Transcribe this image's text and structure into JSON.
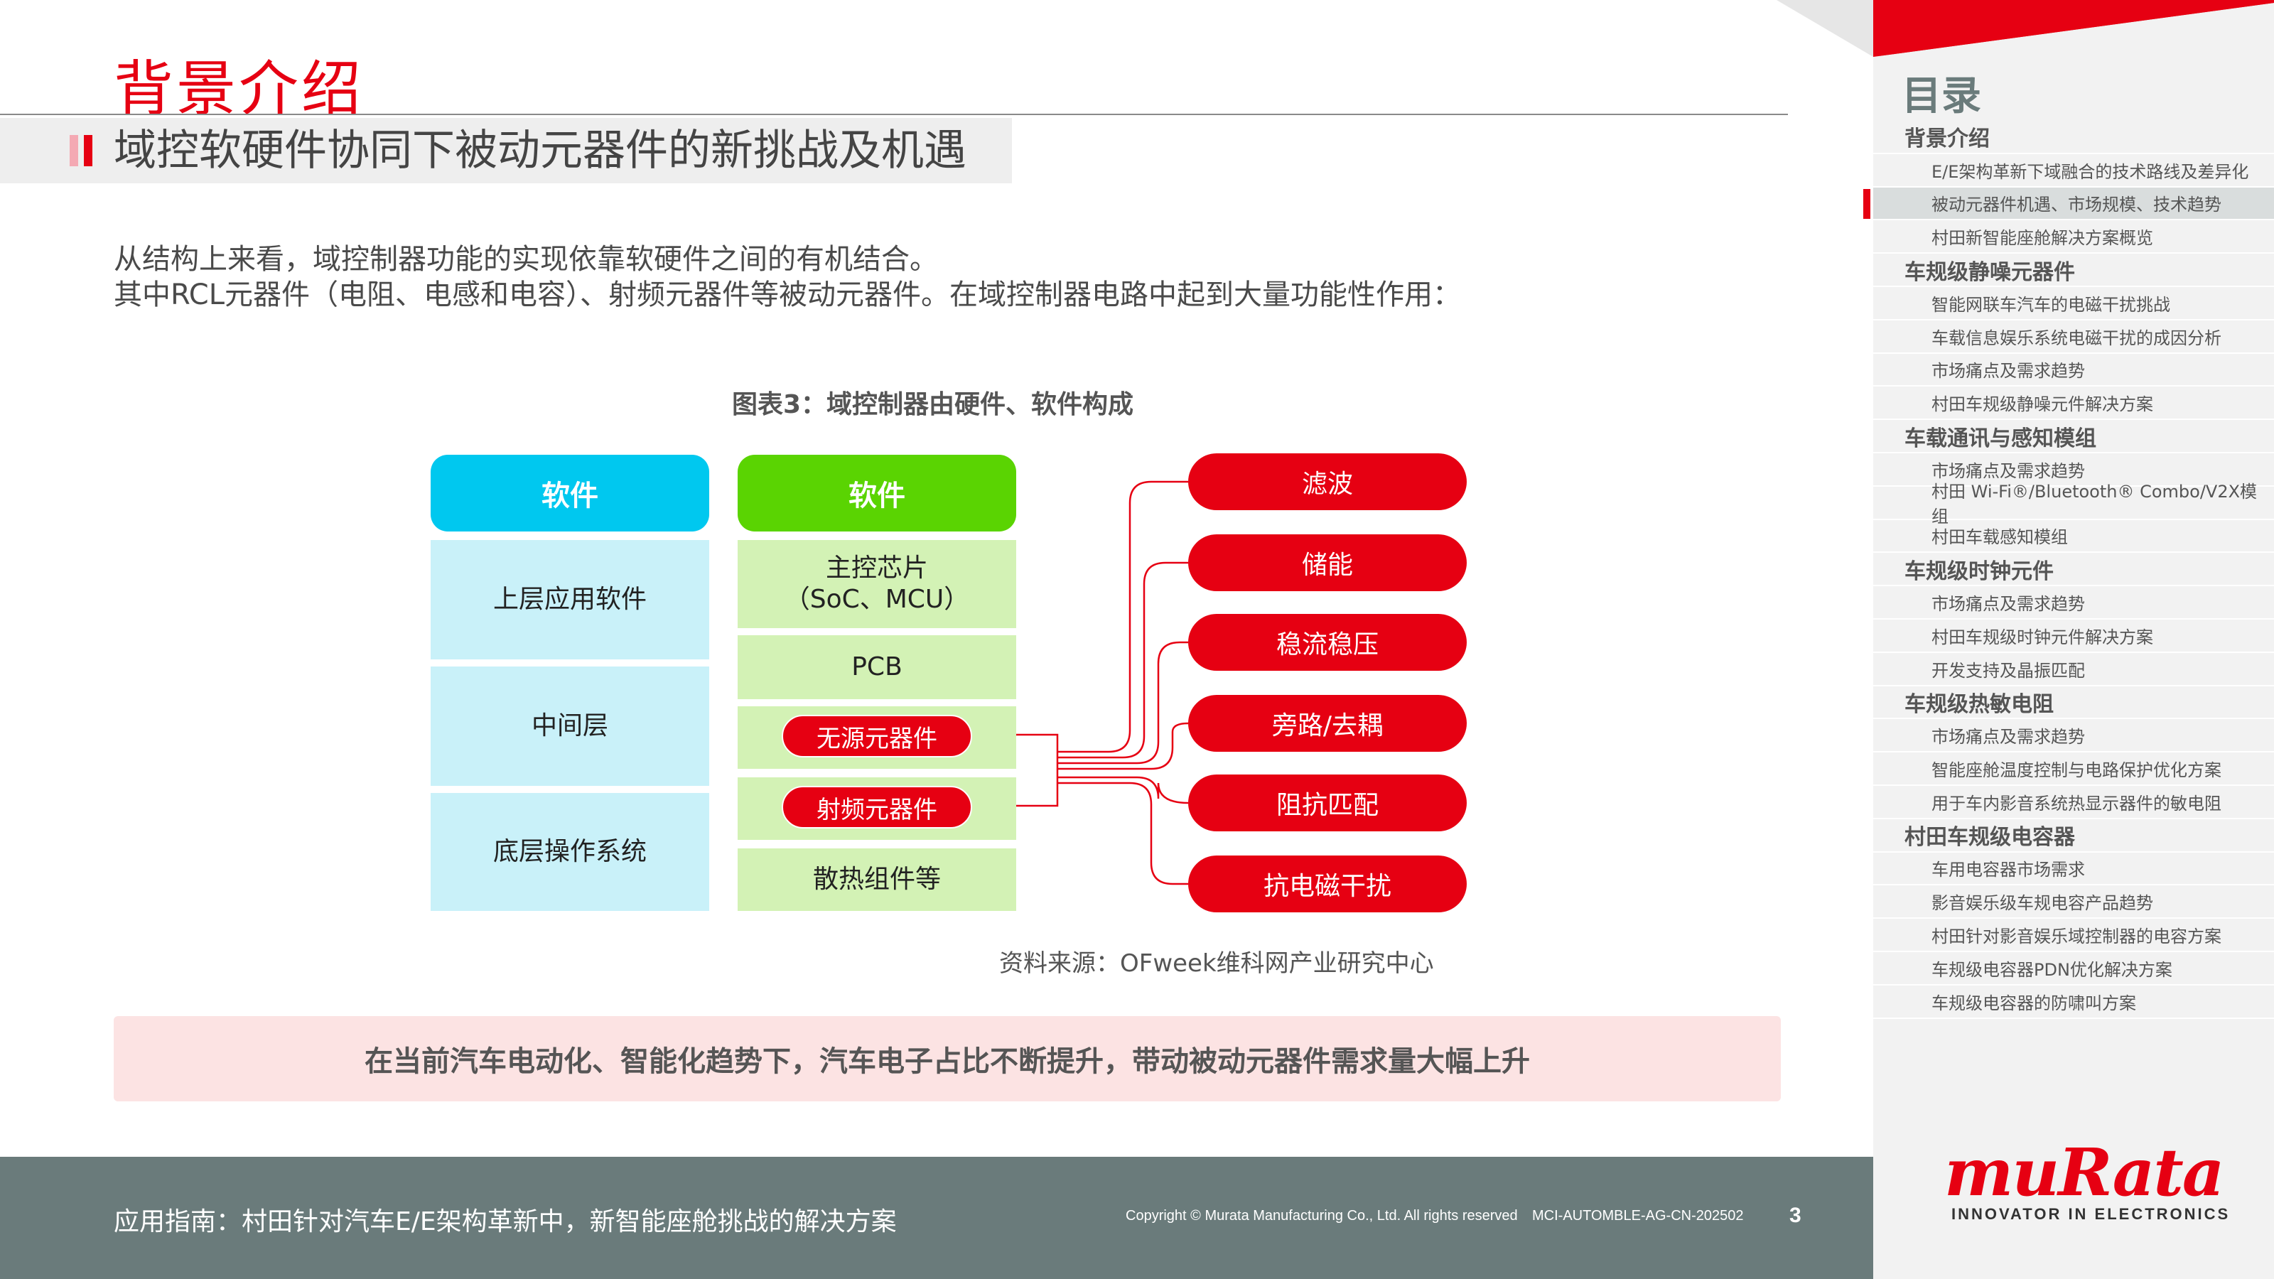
{
  "header": {
    "title": "背景介绍",
    "subtitle": "域控软硬件协同下被动元器件的新挑战及机遇"
  },
  "intro": {
    "line1": "从结构上来看，域控制器功能的实现依靠软硬件之间的有机结合。",
    "line2": "其中RCL元器件（电阻、电感和电容）、射频元器件等被动元器件。在域控制器电路中起到大量功能性作用："
  },
  "figure": {
    "title": "图表3：域控制器由硬件、软件构成",
    "left_column": {
      "header": "软件",
      "cells": [
        "上层应用软件",
        "中间层",
        "底层操作系统"
      ]
    },
    "right_column": {
      "header": "软件",
      "chip_line1": "主控芯片",
      "chip_line2": "（SoC、MCU）",
      "pcb": "PCB",
      "passive": "无源元器件",
      "rf": "射频元器件",
      "thermal": "散热组件等"
    },
    "functions": [
      "滤波",
      "储能",
      "稳流稳压",
      "旁路/去耦",
      "阻抗匹配",
      "抗电磁干扰"
    ],
    "source": "资料来源：OFweek维科网产业研究中心"
  },
  "callout": "在当前汽车电动化、智能化趋势下，汽车电子占比不断提升，带动被动元器件需求量大幅上升",
  "footer": {
    "guide": "应用指南：村田针对汽车E/E架构革新中，新智能座舱挑战的解决方案",
    "copyright": "Copyright © Murata Manufacturing Co., Ltd. All rights reserved",
    "doc_code": "MCI-AUTOMBLE-AG-CN-202502",
    "page": "3"
  },
  "sidebar": {
    "title": "目录",
    "items": [
      {
        "label": "背景介绍",
        "level": "section"
      },
      {
        "label": "E/E架构革新下域融合的技术路线及差异化",
        "level": "sub"
      },
      {
        "label": "被动元器件机遇、市场规模、技术趋势",
        "level": "sub",
        "active": true
      },
      {
        "label": "村田新智能座舱解决方案概览",
        "level": "sub"
      },
      {
        "label": "车规级静噪元器件",
        "level": "section"
      },
      {
        "label": "智能网联车汽车的电磁干扰挑战",
        "level": "sub"
      },
      {
        "label": "车载信息娱乐系统电磁干扰的成因分析",
        "level": "sub"
      },
      {
        "label": "市场痛点及需求趋势",
        "level": "sub"
      },
      {
        "label": "村田车规级静噪元件解决方案",
        "level": "sub"
      },
      {
        "label": "车载通讯与感知模组",
        "level": "section"
      },
      {
        "label": "市场痛点及需求趋势",
        "level": "sub"
      },
      {
        "label": "村田 Wi-Fi®/Bluetooth® Combo/V2X模组",
        "level": "sub"
      },
      {
        "label": "村田车载感知模组",
        "level": "sub"
      },
      {
        "label": "车规级时钟元件",
        "level": "section"
      },
      {
        "label": "市场痛点及需求趋势",
        "level": "sub"
      },
      {
        "label": "村田车规级时钟元件解决方案",
        "level": "sub"
      },
      {
        "label": "开发支持及晶振匹配",
        "level": "sub"
      },
      {
        "label": "车规级热敏电阻",
        "level": "section"
      },
      {
        "label": "市场痛点及需求趋势",
        "level": "sub"
      },
      {
        "label": "智能座舱温度控制与电路保护优化方案",
        "level": "sub"
      },
      {
        "label": "用于车内影音系统热显示器件的敏电阻",
        "level": "sub"
      },
      {
        "label": "村田车规级电容器",
        "level": "section"
      },
      {
        "label": "车用电容器市场需求",
        "level": "sub"
      },
      {
        "label": "影音娱乐级车规电容产品趋势",
        "level": "sub"
      },
      {
        "label": "村田针对影音娱乐域控制器的电容方案",
        "level": "sub"
      },
      {
        "label": "车规级电容器PDN优化解决方案",
        "level": "sub"
      },
      {
        "label": "车规级电容器的防啸叫方案",
        "level": "sub"
      }
    ]
  },
  "brand": {
    "logo": "muRata",
    "tagline": "INNOVATOR IN ELECTRONICS",
    "accent": "#e60012"
  }
}
